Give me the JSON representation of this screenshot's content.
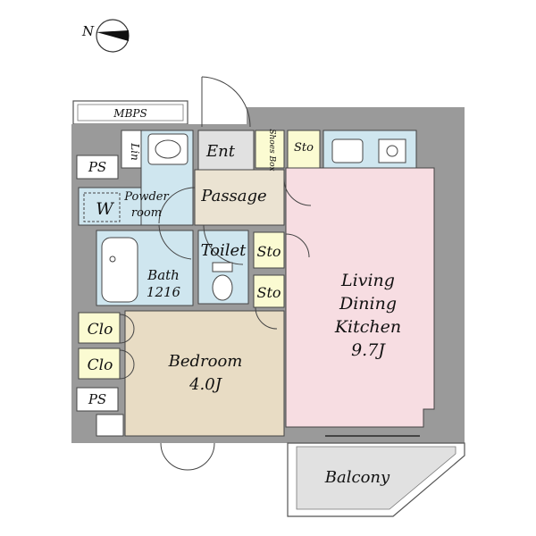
{
  "compass": {
    "north_label": "N"
  },
  "labels": {
    "mbps": "MBPS",
    "ps_top": "PS",
    "lin": "Lin",
    "ent": "Ent",
    "shoe_box": "Shoes Box",
    "sto_top": "Sto",
    "w": "W",
    "powder_1": "Powder",
    "powder_2": "room",
    "passage": "Passage",
    "toilet": "Toilet",
    "sto_mid": "Sto",
    "sto_low": "Sto",
    "bath_1": "Bath",
    "bath_2": "1216",
    "ldk_1": "Living",
    "ldk_2": "Dining",
    "ldk_3": "Kitchen",
    "ldk_4": "9.7J",
    "clo_1": "Clo",
    "clo_2": "Clo",
    "bed_1": "Bedroom",
    "bed_2": "4.0J",
    "ps_low": "PS",
    "balcony": "Balcony"
  },
  "colors": {
    "wall": "#9a9a9a",
    "ldk": "#f7dde2",
    "bedroom": "#e8dcc4",
    "bath_area": "#cfe6ef",
    "passage": "#ebe3d2",
    "storage": "#fbfbd2",
    "balcony": "#e1e1e1",
    "entry": "#e1e1e1"
  }
}
